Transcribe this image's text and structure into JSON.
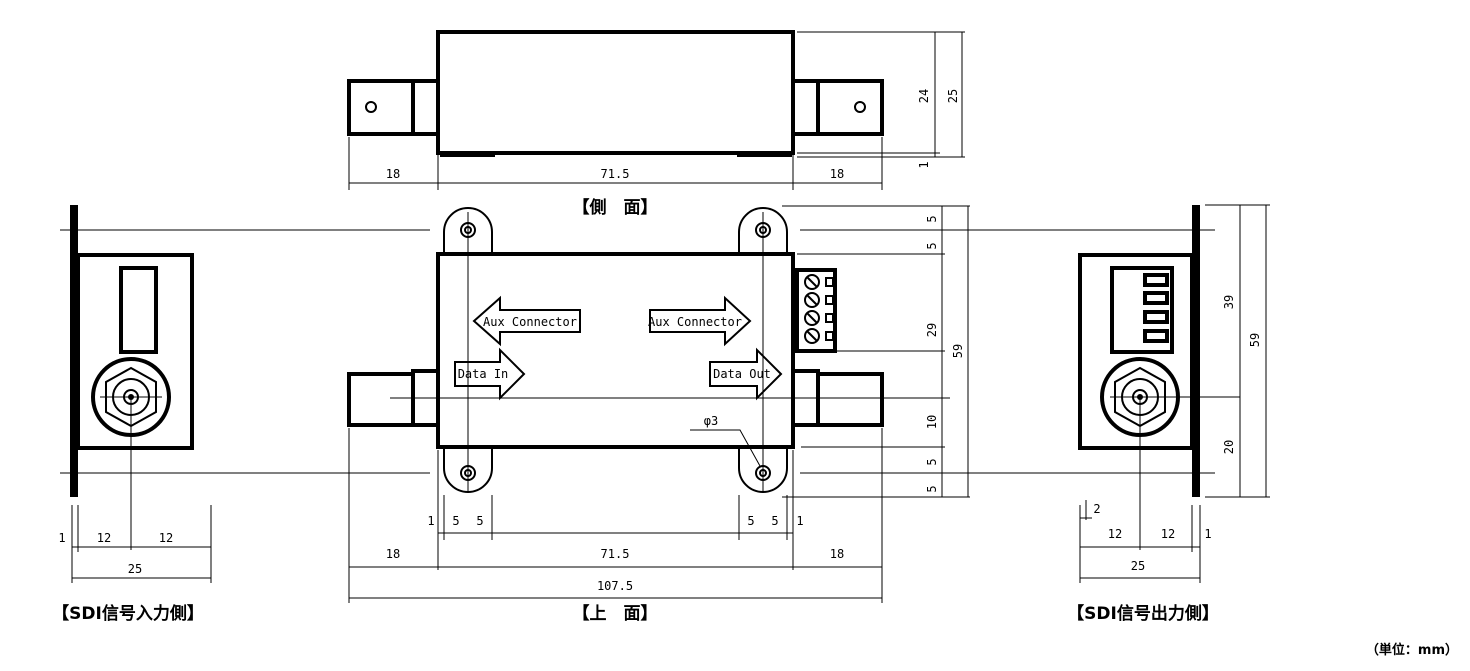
{
  "titles": {
    "side_view": "【側　面】",
    "top_view": "【上　面】",
    "input_side": "【SDI信号入力側】",
    "output_side": "【SDI信号出力側】",
    "units": "（単位：mm）"
  },
  "labels": {
    "aux_connector_left": "Aux Connector",
    "aux_connector_right": "Aux Connector",
    "data_in": "Data In",
    "data_out": "Data Out",
    "hole_diameter": "φ3"
  },
  "dimensions": {
    "side_left": "18",
    "side_body": "71.5",
    "side_right": "18",
    "side_height_24": "24",
    "side_height_25": "25",
    "side_height_1": "1",
    "top_r_5a": "5",
    "top_r_5b": "5",
    "top_r_29": "29",
    "top_r_59": "59",
    "top_r_10": "10",
    "top_r_5c": "5",
    "top_r_5d": "5",
    "top_b_1a": "1",
    "top_b_5a": "5",
    "top_b_5b": "5",
    "top_b_5c": "5",
    "top_b_5d": "5",
    "top_b_1b": "1",
    "top_b_18a": "18",
    "top_b_71_5": "71.5",
    "top_b_18b": "18",
    "top_total": "107.5",
    "in_1": "1",
    "in_12a": "12",
    "in_12b": "12",
    "in_25": "25",
    "out_2": "2",
    "out_12a": "12",
    "out_12b": "12",
    "out_1": "1",
    "out_25": "25",
    "out_39": "39",
    "out_59": "59",
    "out_20": "20"
  }
}
